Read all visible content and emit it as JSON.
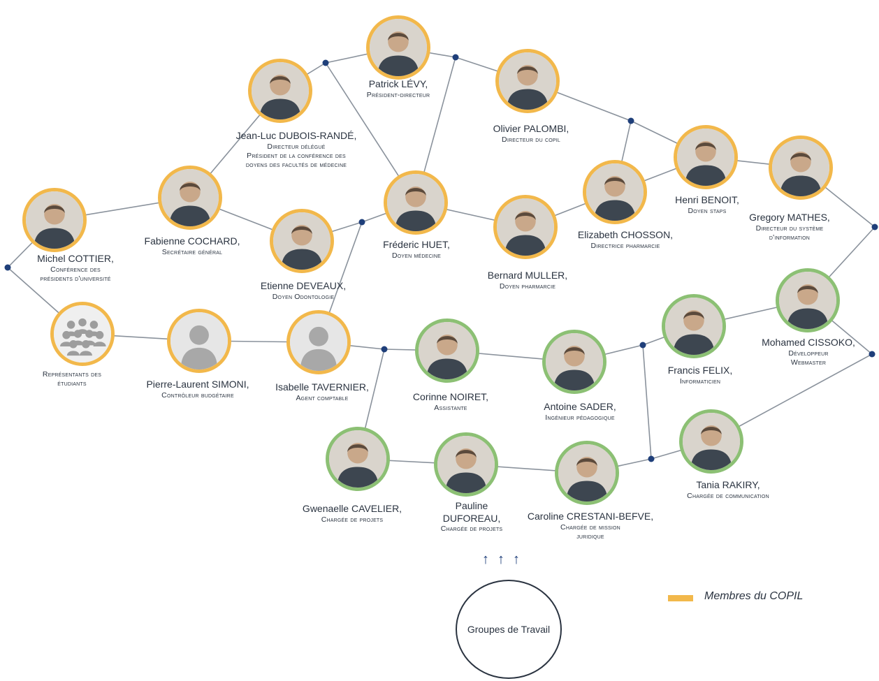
{
  "legend": {
    "label": "Membres du COPIL",
    "color": "#f2b84b"
  },
  "groupes": {
    "label": "Groupes de Travail"
  },
  "arrows": [
    "↑",
    "↑",
    "↑"
  ],
  "colors": {
    "copil": "#f2b84b",
    "team": "#8cc074",
    "line": "#8a929c",
    "junction": "#1f3f7a"
  },
  "people": [
    {
      "id": "levy",
      "name": "Patrick LÉVY,",
      "roles": [
        "Président-directeur"
      ],
      "type": "copil",
      "photo": "photo"
    },
    {
      "id": "dubois",
      "name": "Jean-Luc DUBOIS-RANDÉ,",
      "roles": [
        "Directeur délégué",
        "Président de la conférence des",
        "doyens des facultés de médecine"
      ],
      "type": "copil",
      "photo": "photo"
    },
    {
      "id": "palombi",
      "name": "Olivier PALOMBI,",
      "roles": [
        "Directeur du copil"
      ],
      "type": "copil",
      "photo": "photo"
    },
    {
      "id": "cochard",
      "name": "Fabienne COCHARD,",
      "roles": [
        "Secrétaire général"
      ],
      "type": "copil",
      "photo": "photo"
    },
    {
      "id": "huet",
      "name": "Fréderic HUET,",
      "roles": [
        "Doyen médecine"
      ],
      "type": "copil",
      "photo": "photo"
    },
    {
      "id": "chosson",
      "name": "Elizabeth CHOSSON,",
      "roles": [
        "Directrice pharmarcie"
      ],
      "type": "copil",
      "photo": "photo"
    },
    {
      "id": "benoit",
      "name": "Henri BENOIT,",
      "roles": [
        "Doyen staps"
      ],
      "type": "copil",
      "photo": "photo"
    },
    {
      "id": "mathes",
      "name": "Gregory MATHES,",
      "roles": [
        "Directeur du système",
        "d'information"
      ],
      "type": "copil",
      "photo": "photo"
    },
    {
      "id": "cottier",
      "name": "Michel COTTIER,",
      "roles": [
        "Conférence des",
        "présidents d'université"
      ],
      "type": "copil",
      "photo": "photo"
    },
    {
      "id": "deveaux",
      "name": "Etienne DEVEAUX,",
      "roles": [
        "Doyen Odontologie"
      ],
      "type": "copil",
      "photo": "photo"
    },
    {
      "id": "muller",
      "name": "Bernard MULLER,",
      "roles": [
        "Doyen pharmarcie"
      ],
      "type": "copil",
      "photo": "photo"
    },
    {
      "id": "etudiants",
      "name": "",
      "roles": [
        "Représentants des",
        "étudiants"
      ],
      "type": "copil",
      "photo": "group"
    },
    {
      "id": "simoni",
      "name": "Pierre-Laurent SIMONI,",
      "roles": [
        "Contrôleur budgétaire"
      ],
      "type": "copil",
      "photo": "silhouette"
    },
    {
      "id": "tavernier",
      "name": "Isabelle TAVERNIER,",
      "roles": [
        "Agent comptable"
      ],
      "type": "copil",
      "photo": "silhouette"
    },
    {
      "id": "noiret",
      "name": "Corinne NOIRET,",
      "roles": [
        "Assistante"
      ],
      "type": "team",
      "photo": "photo"
    },
    {
      "id": "sader",
      "name": "Antoine SADER,",
      "roles": [
        "Ingénieur pédagogique"
      ],
      "type": "team",
      "photo": "photo"
    },
    {
      "id": "felix",
      "name": "Francis FELIX,",
      "roles": [
        "Informaticien"
      ],
      "type": "team",
      "photo": "photo"
    },
    {
      "id": "cissoko",
      "name": "Mohamed CISSOKO,",
      "roles": [
        "Développeur",
        "Webmaster"
      ],
      "type": "team",
      "photo": "photo"
    },
    {
      "id": "cavelier",
      "name": "Gwenaelle CAVELIER,",
      "roles": [
        "Chargée de projets"
      ],
      "type": "team",
      "photo": "photo"
    },
    {
      "id": "duforeau",
      "name": "Pauline",
      "name2": "DUFOREAU,",
      "roles": [
        "Chargée de projets"
      ],
      "type": "team",
      "photo": "photo"
    },
    {
      "id": "crestani",
      "name": "Caroline CRESTANI-BEFVE,",
      "roles": [
        "Chargée de mission",
        "juridique"
      ],
      "type": "team",
      "photo": "photo"
    },
    {
      "id": "rakiry",
      "name": "Tania RAKIRY,",
      "roles": [
        "Chargée de communication"
      ],
      "type": "team",
      "photo": "photo"
    }
  ]
}
